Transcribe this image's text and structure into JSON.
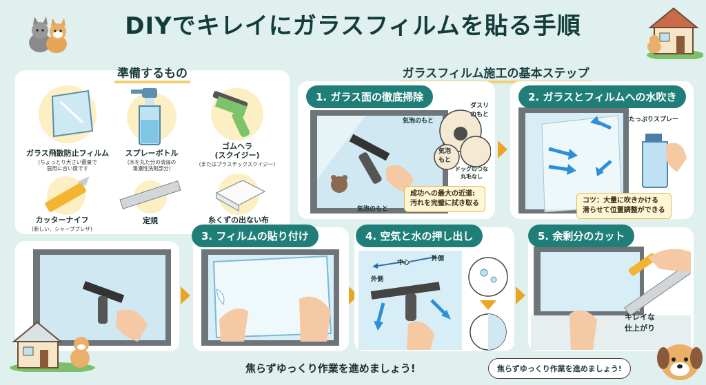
{
  "title": "DIYでキレイにガラスフィルムを貼る手順",
  "prep": {
    "heading": "準備するもの",
    "items": [
      {
        "label": "ガラス飛散防止フィルム",
        "sub": "(ちょっとり大さい最量で\n居用に合い度です"
      },
      {
        "label": "スプレーボトル",
        "sub": "(水を丸た分の清湯の\n濡濃性洗剤部分)"
      },
      {
        "label": "ゴムヘラ\n(スクイジー)",
        "sub": "(またはプラスチックスクイジー)"
      },
      {
        "label": "カッターナイフ",
        "sub": "(新しい、シャーブブレザ)"
      },
      {
        "label": "定規",
        "sub": ""
      },
      {
        "label": "糸くずの出ない布",
        "sub": ""
      }
    ]
  },
  "steps_heading": "ガラスフィルム施工の基本ステップ",
  "steps": {
    "s1": {
      "label": "1. ガラス面の徹底掃除",
      "callout_bubble": "気泡のもと",
      "callout_dust": "ダスリ\nのもと",
      "callout_bubble2": "気泡\nもと",
      "callout_dog": "ドッグのつな\n丸毛なし",
      "callout_bottom": "気泡のもと",
      "note": "成功への最大の近道:\n汚れを完璧に拭き取る"
    },
    "s2": {
      "label": "2. ガラスとフィルムへの水吹き",
      "callout": "たっぷりスプレー",
      "note": "コツ：大量に吹きかける\n滑らせて位置調整ができる"
    },
    "s3": {
      "label": "3. フィルムの貼り付け"
    },
    "s4": {
      "label": "4. 空気と水の押し出し",
      "center": "中心",
      "outer1": "外側",
      "outer2": "外側"
    },
    "s5": {
      "label": "5. 余剰分のカット",
      "callout": "キレイな\n仕上がり"
    }
  },
  "footer": "焦らずゆっくり作業を進めましょう!",
  "speech_bubble": "焦らずゆっくり作業を進めましょう!",
  "colors": {
    "accent": "#1f7f78",
    "highlight": "#f2cf6a",
    "arrow": "#e9a623",
    "background": "#dff0ee"
  }
}
